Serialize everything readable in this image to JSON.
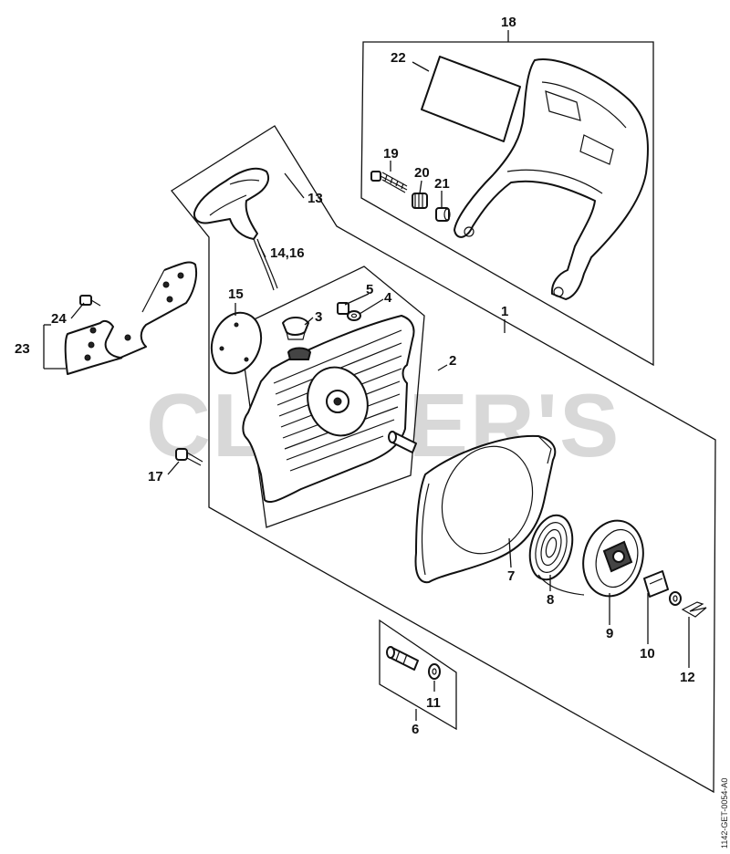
{
  "watermark": "CLIFFER'S",
  "drawing_code": "1142-GET-0054-A0",
  "callouts": {
    "c1": "1",
    "c2": "2",
    "c3": "3",
    "c4": "4",
    "c5": "5",
    "c6": "6",
    "c7": "7",
    "c8": "8",
    "c9": "9",
    "c10": "10",
    "c11": "11",
    "c12": "12",
    "c13": "13",
    "c14": "14,16",
    "c15": "15",
    "c17": "17",
    "c18": "18",
    "c19": "19",
    "c20": "20",
    "c21": "21",
    "c22": "22",
    "c23": "23",
    "c24": "24"
  }
}
